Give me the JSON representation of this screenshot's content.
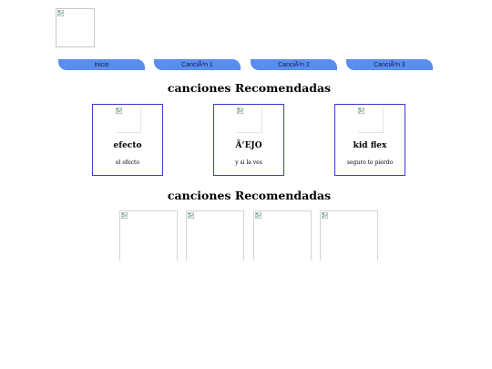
{
  "nav": {
    "tabs": [
      {
        "label": "Inicio"
      },
      {
        "label": "CanciÃ³n 1"
      },
      {
        "label": "CanciÃ³n 2"
      },
      {
        "label": "CanciÃ³n 3"
      }
    ]
  },
  "sections": [
    {
      "title": "canciones Recomendadas"
    },
    {
      "title": "canciones Recomendadas"
    }
  ],
  "cards": [
    {
      "title": "efecto",
      "subtitle": "el efecto"
    },
    {
      "title": "Ã‘EJO",
      "subtitle": "y si la ves"
    },
    {
      "title": "kid flex",
      "subtitle": "seguro te pierdo"
    }
  ],
  "recommended": [
    {
      "icon": "broken-image-icon"
    },
    {
      "icon": "broken-image-icon"
    },
    {
      "icon": "broken-image-icon"
    },
    {
      "icon": "broken-image-icon"
    }
  ],
  "colors": {
    "nav_tab": "#5a8df0",
    "card_border": "#3b3bc9"
  }
}
